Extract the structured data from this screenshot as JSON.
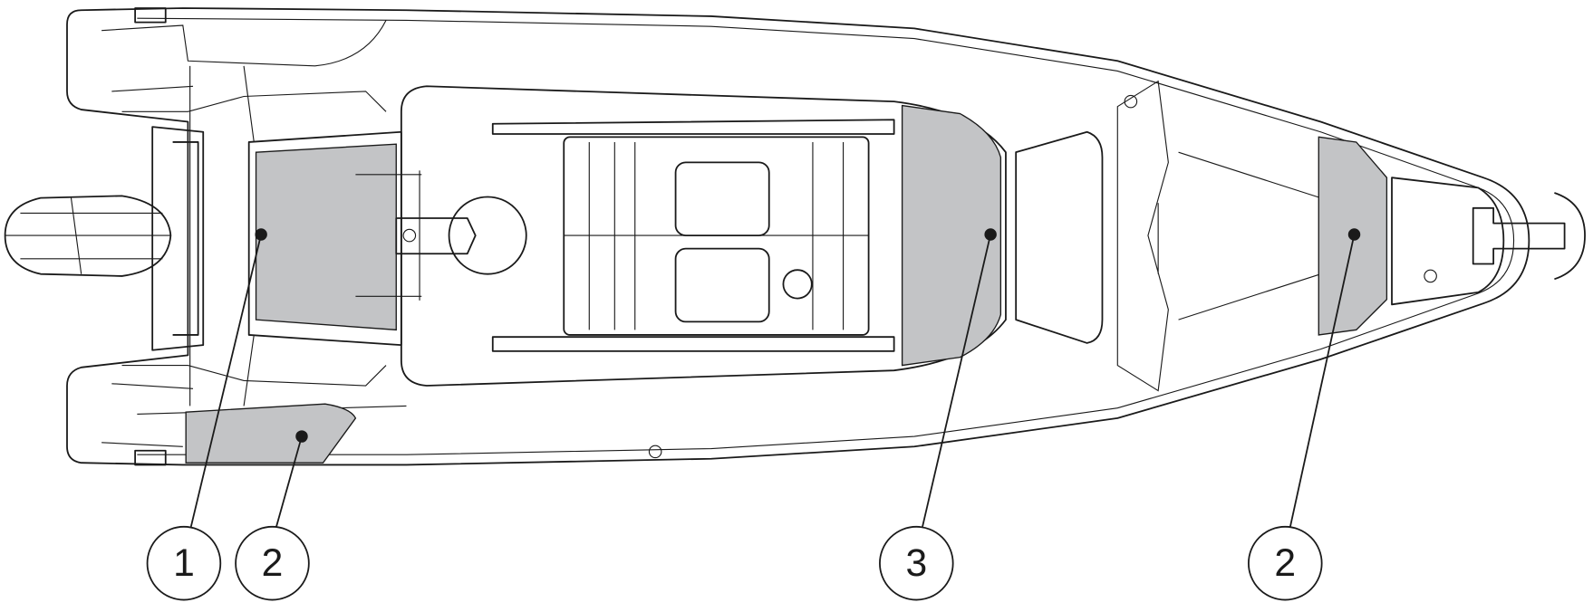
{
  "diagram": {
    "subject": "boat-top-view",
    "shaded_color": "#c3c4c6",
    "callouts": [
      {
        "label": "1"
      },
      {
        "label": "2"
      },
      {
        "label": "3"
      },
      {
        "label": "2"
      }
    ]
  }
}
